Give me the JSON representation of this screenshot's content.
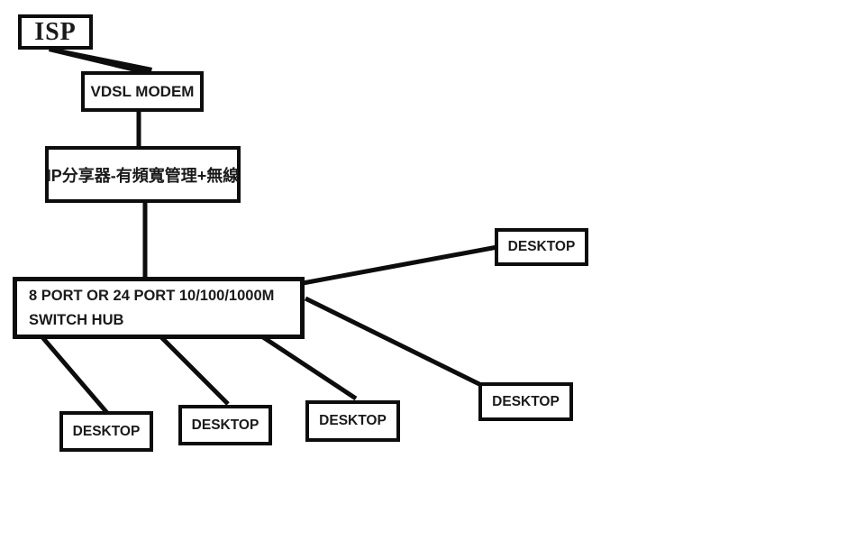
{
  "diagram": {
    "nodes": {
      "isp": {
        "label": "ISP"
      },
      "modem": {
        "label": "VDSL MODEM"
      },
      "router": {
        "label": "IP分享器-有頻寬管理+無線"
      },
      "switch_hub": {
        "line1": "8 PORT OR 24 PORT 10/100/1000M",
        "line2": "SWITCH HUB"
      },
      "desktops": [
        {
          "label": "DESKTOP"
        },
        {
          "label": "DESKTOP"
        },
        {
          "label": "DESKTOP"
        },
        {
          "label": "DESKTOP"
        },
        {
          "label": "DESKTOP"
        }
      ]
    },
    "colors": {
      "background": "#ffffff",
      "box_fill": "#ffffff",
      "border": "#0d0d0d",
      "text": "#1a1a1a",
      "wire": "#0d0d0d"
    }
  }
}
